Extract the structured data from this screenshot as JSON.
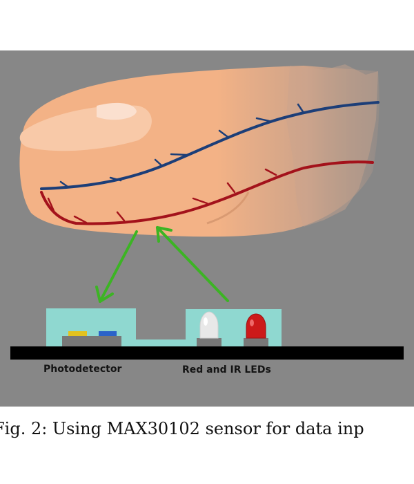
{
  "labels": {
    "photodetector": "Photodetector",
    "leds": "Red and IR LEDs"
  },
  "caption": "Fig. 2: Using MAX30102 sensor for data inp",
  "colors": {
    "background": "#878787",
    "skin": "#f3b286",
    "nail": "#f8c9a8",
    "vein": "#1c3e78",
    "artery": "#a3121b",
    "board": "#000000",
    "sensor_body": "#8fd8d0",
    "arrow": "#3cb424",
    "ir_led": "#e8e8e8",
    "red_led": "#cc1a1a",
    "photodiode_yellow": "#e3c21e",
    "photodiode_blue": "#2b63c9"
  }
}
